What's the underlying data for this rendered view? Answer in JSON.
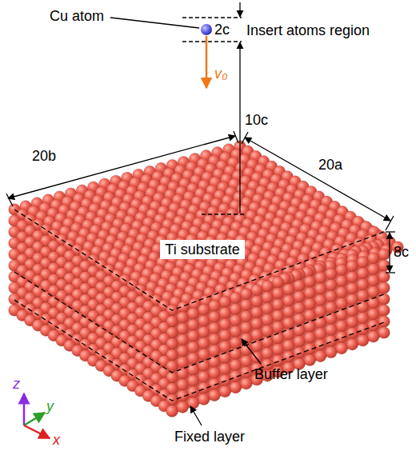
{
  "diagram": {
    "nodes": [
      {
        "text": [
          "Ti substrate"
        ]
      }
    ],
    "labels": [
      "Cu atom",
      "2c",
      "Insert atoms region",
      "v₀",
      "10c",
      "20b",
      "20a",
      "8c",
      "Buffer layer",
      "Fixed layer",
      "z",
      "y",
      "x"
    ]
  }
}
